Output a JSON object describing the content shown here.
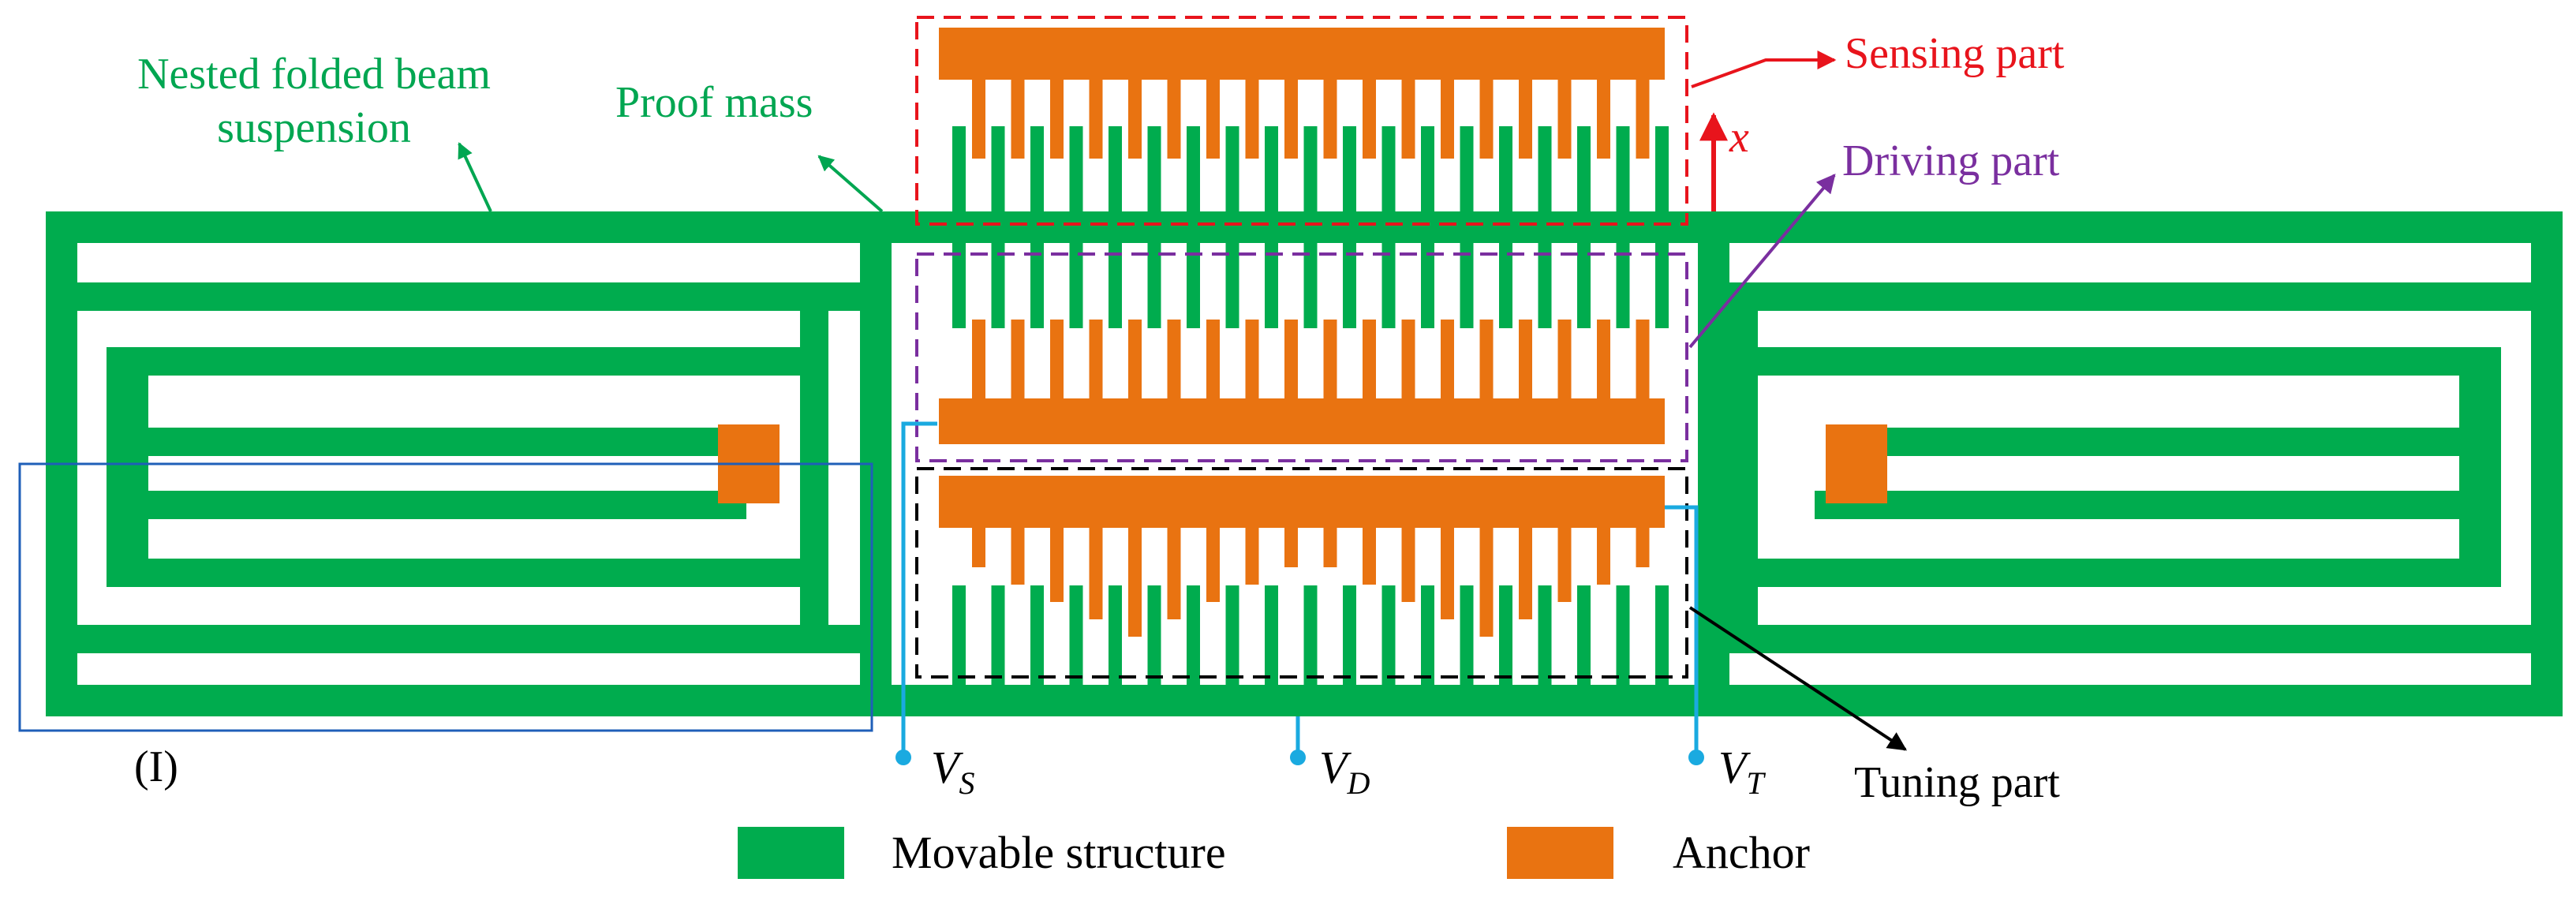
{
  "labels": {
    "nested_beam_line1": "Nested folded beam",
    "nested_beam_line2": "suspension",
    "proof_mass": "Proof mass",
    "sensing_part": "Sensing part",
    "axis_x": "x",
    "driving_part": "Driving part",
    "tuning_part": "Tuning part",
    "region_one": "(I)",
    "v_s_main": "V",
    "v_s_sub": "S",
    "v_d_main": "V",
    "v_d_sub": "D",
    "v_t_main": "V",
    "v_t_sub": "T"
  },
  "legend": [
    {
      "label": "Movable structure",
      "color": "#00AC4E"
    },
    {
      "label": "Anchor",
      "color": "#E97311"
    }
  ],
  "colors": {
    "movable": "#00AC4E",
    "anchor": "#E97311",
    "sensing": "#E8141C",
    "driving": "#7A2F9F",
    "tuning": "#000000",
    "wire": "#1AAAE0",
    "region": "#1F5FB8",
    "label_green": "#00A651"
  }
}
